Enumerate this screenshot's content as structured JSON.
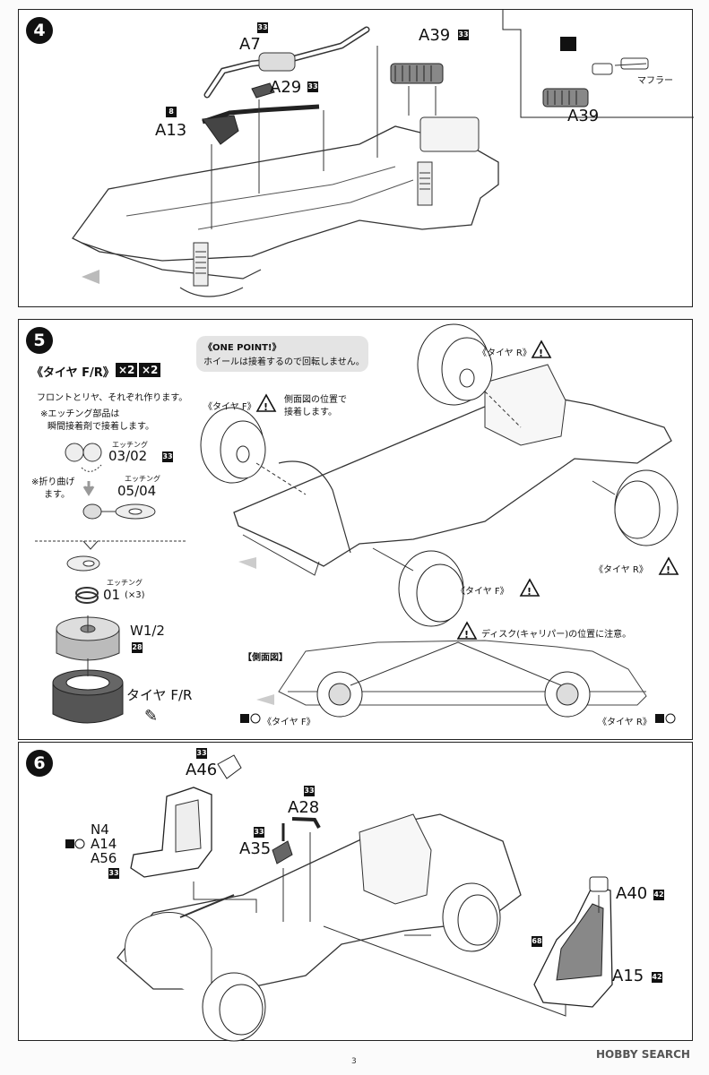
{
  "page_number": "3",
  "watermark": "HOBBY SEARCH",
  "step4": {
    "number": "4",
    "parts": [
      {
        "label": "A7",
        "badge": "33"
      },
      {
        "label": "A39",
        "badge": "33"
      },
      {
        "label": "A29",
        "badge": "33"
      },
      {
        "label": "A13",
        "badge": "8"
      }
    ],
    "inset": {
      "label": "A39",
      "muffler": "マフラー"
    }
  },
  "step5": {
    "number": "5",
    "tire_title": "《タイヤ F/R》",
    "multiplier_1": "×2",
    "multiplier_2": "×2",
    "note_front_rear": "フロントとリヤ、それぞれ作ります。",
    "note_etching": "※エッチング部品は",
    "note_glue": "瞬間接着剤で接着します。",
    "note_fold_1": "※折り曲げ",
    "note_fold_2": "ます。",
    "etching_label": "エッチング",
    "etching_1": "03/02",
    "etching_1_badge": "33",
    "etching_2": "05/04",
    "etching_3": "01",
    "etching_3_qty": "(×3)",
    "wheel": "W1/2",
    "wheel_badge": "28",
    "tire_label": "タイヤ F/R",
    "one_point_title": "《ONE POINT!》",
    "one_point_text": "ホイールは接着するので回転しません。",
    "tire_r_top": "《タイヤ R》",
    "tire_f_left": "《タイヤ F》",
    "side_view_note_1": "側面図の位置で",
    "side_view_note_2": "接着します。",
    "tire_r_right": "《タイヤ R》",
    "tire_f_bottom": "《タイヤ F》",
    "side_view_title": "【側面図】",
    "disc_note": "ディスク(キャリパー)の位置に注意。",
    "side_tire_f": "《タイヤ F》",
    "side_tire_r": "《タイヤ R》"
  },
  "step6": {
    "number": "6",
    "a46": {
      "label": "A46",
      "badge": "33"
    },
    "a28": {
      "label": "A28",
      "badge": "33"
    },
    "a35": {
      "label": "A35",
      "badge": "33"
    },
    "seat_left": {
      "labels": [
        "N4",
        "A14",
        "A56"
      ],
      "badge": "33"
    },
    "a40": {
      "label": "A40",
      "badge": "42"
    },
    "a15": {
      "label": "A15",
      "badge": "42"
    },
    "seat_right_badge": "68"
  }
}
